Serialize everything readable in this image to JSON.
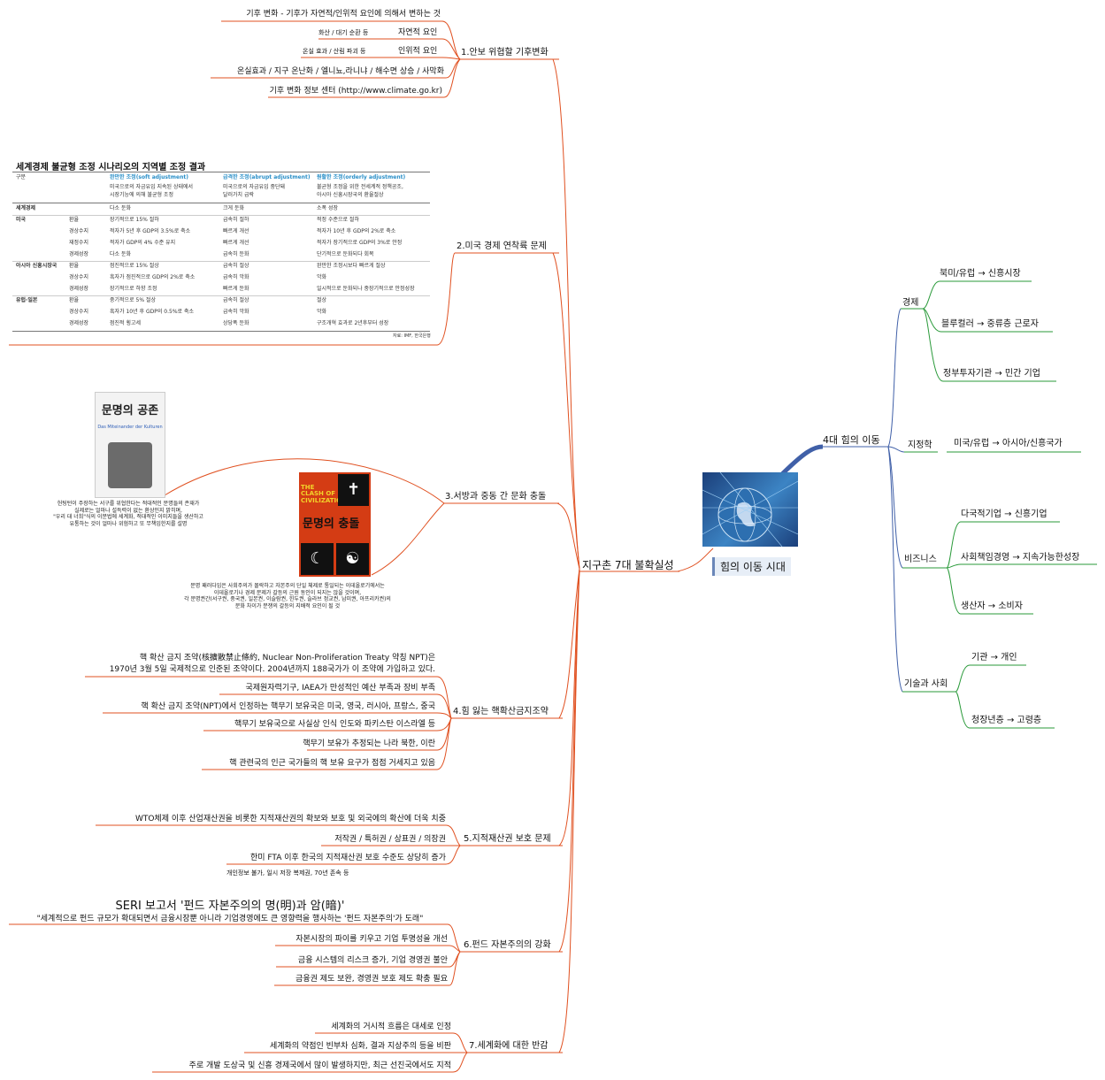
{
  "root": {
    "label": "지구촌 7대 불확실성"
  },
  "center": {
    "label": "힘의 이동 시대"
  },
  "right": {
    "main": "4대 힘의 이동",
    "groups": [
      {
        "label": "경제",
        "items": [
          "북미/유럽 → 신흥시장",
          "블루컬러 → 중류층 근로자",
          "정부투자기관 → 민간 기업"
        ]
      },
      {
        "label": "지정학",
        "items": [
          "미국/유럽 → 아시아/신흥국가"
        ]
      },
      {
        "label": "비즈니스",
        "items": [
          "다국적기업 → 신흥기업",
          "사회책임경영 → 지속가능한성장",
          "생산자 → 소비자"
        ]
      },
      {
        "label": "기술과 사회",
        "items": [
          "기관 → 개인",
          "청장년층 → 고령층"
        ]
      }
    ]
  },
  "left": {
    "b1": {
      "label": "1.안보 위협할 기후변화",
      "items": [
        "기후 변화 - 기후가 자연적/인위적 요인에 의해서 변하는 것",
        "화산 / 대기 순환 등",
        "자연적 요인",
        "온실 효과 / 산림 파괴 등",
        "인위적 요인",
        "온실효과 / 지구 온난화 / 엘니뇨,라니냐 / 해수면 상승 / 사막화",
        "기후 변화 정보 센터 (http://www.climate.go.kr)"
      ]
    },
    "b2": {
      "label": "2.미국 경제 연착륙 문제"
    },
    "b3": {
      "label": "3.서방과 중동 간 문화 충돌",
      "book1_title": "문명의 공존",
      "book1_sub": "Das Miteinander der Kulturen",
      "caption1": [
        "헌팅턴이 주장하는 서구를 위협한다는 적대적인 문명들의 존재가",
        "실제로는 얼마나 설득력이 없는 환상인지 밝히며,",
        "\"우리 대 너희\"식의 이분법에 세계화, 적대적인 이미지들을 생산하고",
        "유통하는 것이 얼마나 위험하고 또 무책임한지를 설명"
      ],
      "book2_title_en": "THE CLASH OF CIVILIZATIONS",
      "book2_title": "문명의 충돌",
      "caption2": [
        "문명 패러다임은 사회주의가 몰락하고 자본주의 단일 체제로 통일되는 이데올로기에서는",
        "이데올로기나 경제 문제가 갈등의 근원 동인이 되지는 않을 것이며,",
        "각 문명권간(서구권, 중국권, 일본권, 이슬람권, 힌두권, 슬라브 정교권, 남미권, 아프리카권)의",
        "문화 차이가 분쟁의 갈등의 지배적 요인이 될 것"
      ]
    },
    "b4": {
      "label": "4.힘 잃는 핵확산금지조약",
      "items": [
        "핵 확산 금지 조약(核擴散禁止條約, Nuclear Non-Proliferation Treaty 약칭 NPT)은",
        "1970년 3월 5일 국제적으로 인준된 조약이다. 2004년까지 188국가가 이 조약에 가입하고 있다.",
        "국제원자력기구, IAEA가 만성적인 예산 부족과 장비 부족",
        "핵 확산 금지 조약(NPT)에서 인정하는 핵무기 보유국은 미국, 영국, 러시아, 프랑스, 중국",
        "핵무기 보유국으로 사실상 인식 인도와 파키스탄 이스라엘 등",
        "핵무기 보유가 추정되는 나라 북한, 이란",
        "핵 관련국의 인근 국가들의 핵 보유 요구가 점점 거세지고 있음"
      ]
    },
    "b5": {
      "label": "5.지적재산권 보호 문제",
      "items": [
        "WTO체제 이후 산업재산권을 비롯한 지적재산권의 확보와 보호 및 외국에의 확산에 더욱 치중",
        "저작권 / 특허권 / 상표권 / 의장권",
        "한미 FTA 이후 한국의 지적재산권 보호 수준도 상당히 증가",
        "개인정보 불가, 일시 저장 복제권, 70년 존속 등"
      ]
    },
    "b6": {
      "label": "6.펀드 자본주의의 강화",
      "heading": "SERI 보고서 '펀드 자본주의의 명(明)과 암(暗)'",
      "quote": "\"세계적으로 펀드 규모가 확대되면서 금융시장뿐 아니라 기업경영에도 큰 영향력을 행사하는 '펀드 자본주의'가 도래\"",
      "items": [
        "자본시장의 파이를 키우고 기업 투명성을 개선",
        "금융 시스템의 리스크 증가, 기업 경영권 불안",
        "금융권 제도 보완, 경영권 보호 제도 확충 필요"
      ]
    },
    "b7": {
      "label": "7.세계화에 대한 반감",
      "items": [
        "세계화의 거시적 흐름은 대세로 인정",
        "세계화의 약점인 빈부차 심화, 결과 지상주의 등을 비판",
        "주로 개발 도상국 및 신흥 경제국에서 많이 발생하지만, 최근 선진국에서도 지적"
      ]
    }
  },
  "table": {
    "title": "세계경제 불균형 조정 시나리오의 지역별 조정 결과",
    "head": [
      "구분",
      "완만한 조정(soft adjustment)",
      "급격한 조정(abrupt adjustment)",
      "원활한 조정(orderly adjustment)"
    ],
    "subhead": [
      [
        "미국으로의 자금유입 지속된 상태에서",
        "시장기능에 의해 불균형 조정"
      ],
      [
        "미국으로의 자금유입 중단돼",
        "달러가치 급락"
      ],
      [
        "불균형 조정을 위한 전세계적 정책공조,",
        "아시아 신흥시장국의 환율절상"
      ]
    ],
    "rows": [
      [
        "세계경제",
        "",
        "다소 둔화",
        "크게 둔화",
        "소폭 성장"
      ],
      [
        "미국",
        "환율",
        "장기적으로 15% 절하",
        "급속히 절하",
        "적정 수준으로 절하"
      ],
      [
        "",
        "경상수지",
        "적자가 5년 후 GDP의 3.5%로 축소",
        "빠르게 개선",
        "적자가 10년 후 GDP의 2%로 축소"
      ],
      [
        "",
        "재정수지",
        "적자가 GDP의 4% 수준 유지",
        "빠르게 개선",
        "적자가 장기적으로 GDP의 3%로 안정"
      ],
      [
        "",
        "경제성장",
        "다소 둔화",
        "급속히 둔화",
        "단기적으로 둔화되다 회복"
      ],
      [
        "아시아 신흥시장국",
        "환율",
        "점진적으로 15% 절상",
        "급속히 절상",
        "완만한 조정시보다 빠르게 절상"
      ],
      [
        "",
        "경상수지",
        "흑자가 점진적으로 GDP의 2%로 축소",
        "급속히 악화",
        "악화"
      ],
      [
        "",
        "경제성장",
        "장기적으로 하향 조정",
        "빠르게 둔화",
        "일시적으로 둔화되나 중장기적으로 안정성장"
      ],
      [
        "유럽·일본",
        "환율",
        "중기적으로 5% 절상",
        "급속히 절상",
        "절상"
      ],
      [
        "",
        "경상수지",
        "흑자가 10년 후 GDP의 0.5%로 축소",
        "급속히 악화",
        "악화"
      ],
      [
        "",
        "경제성장",
        "점진적 횡고세",
        "상당폭 둔화",
        "구조개혁 효과로 2년후부터 성장"
      ]
    ],
    "source": "자료: IMF, 한국은행"
  },
  "colors": {
    "left_branch": "#e05020",
    "right_branch": "#4060a8",
    "root_line": "#e05020"
  }
}
